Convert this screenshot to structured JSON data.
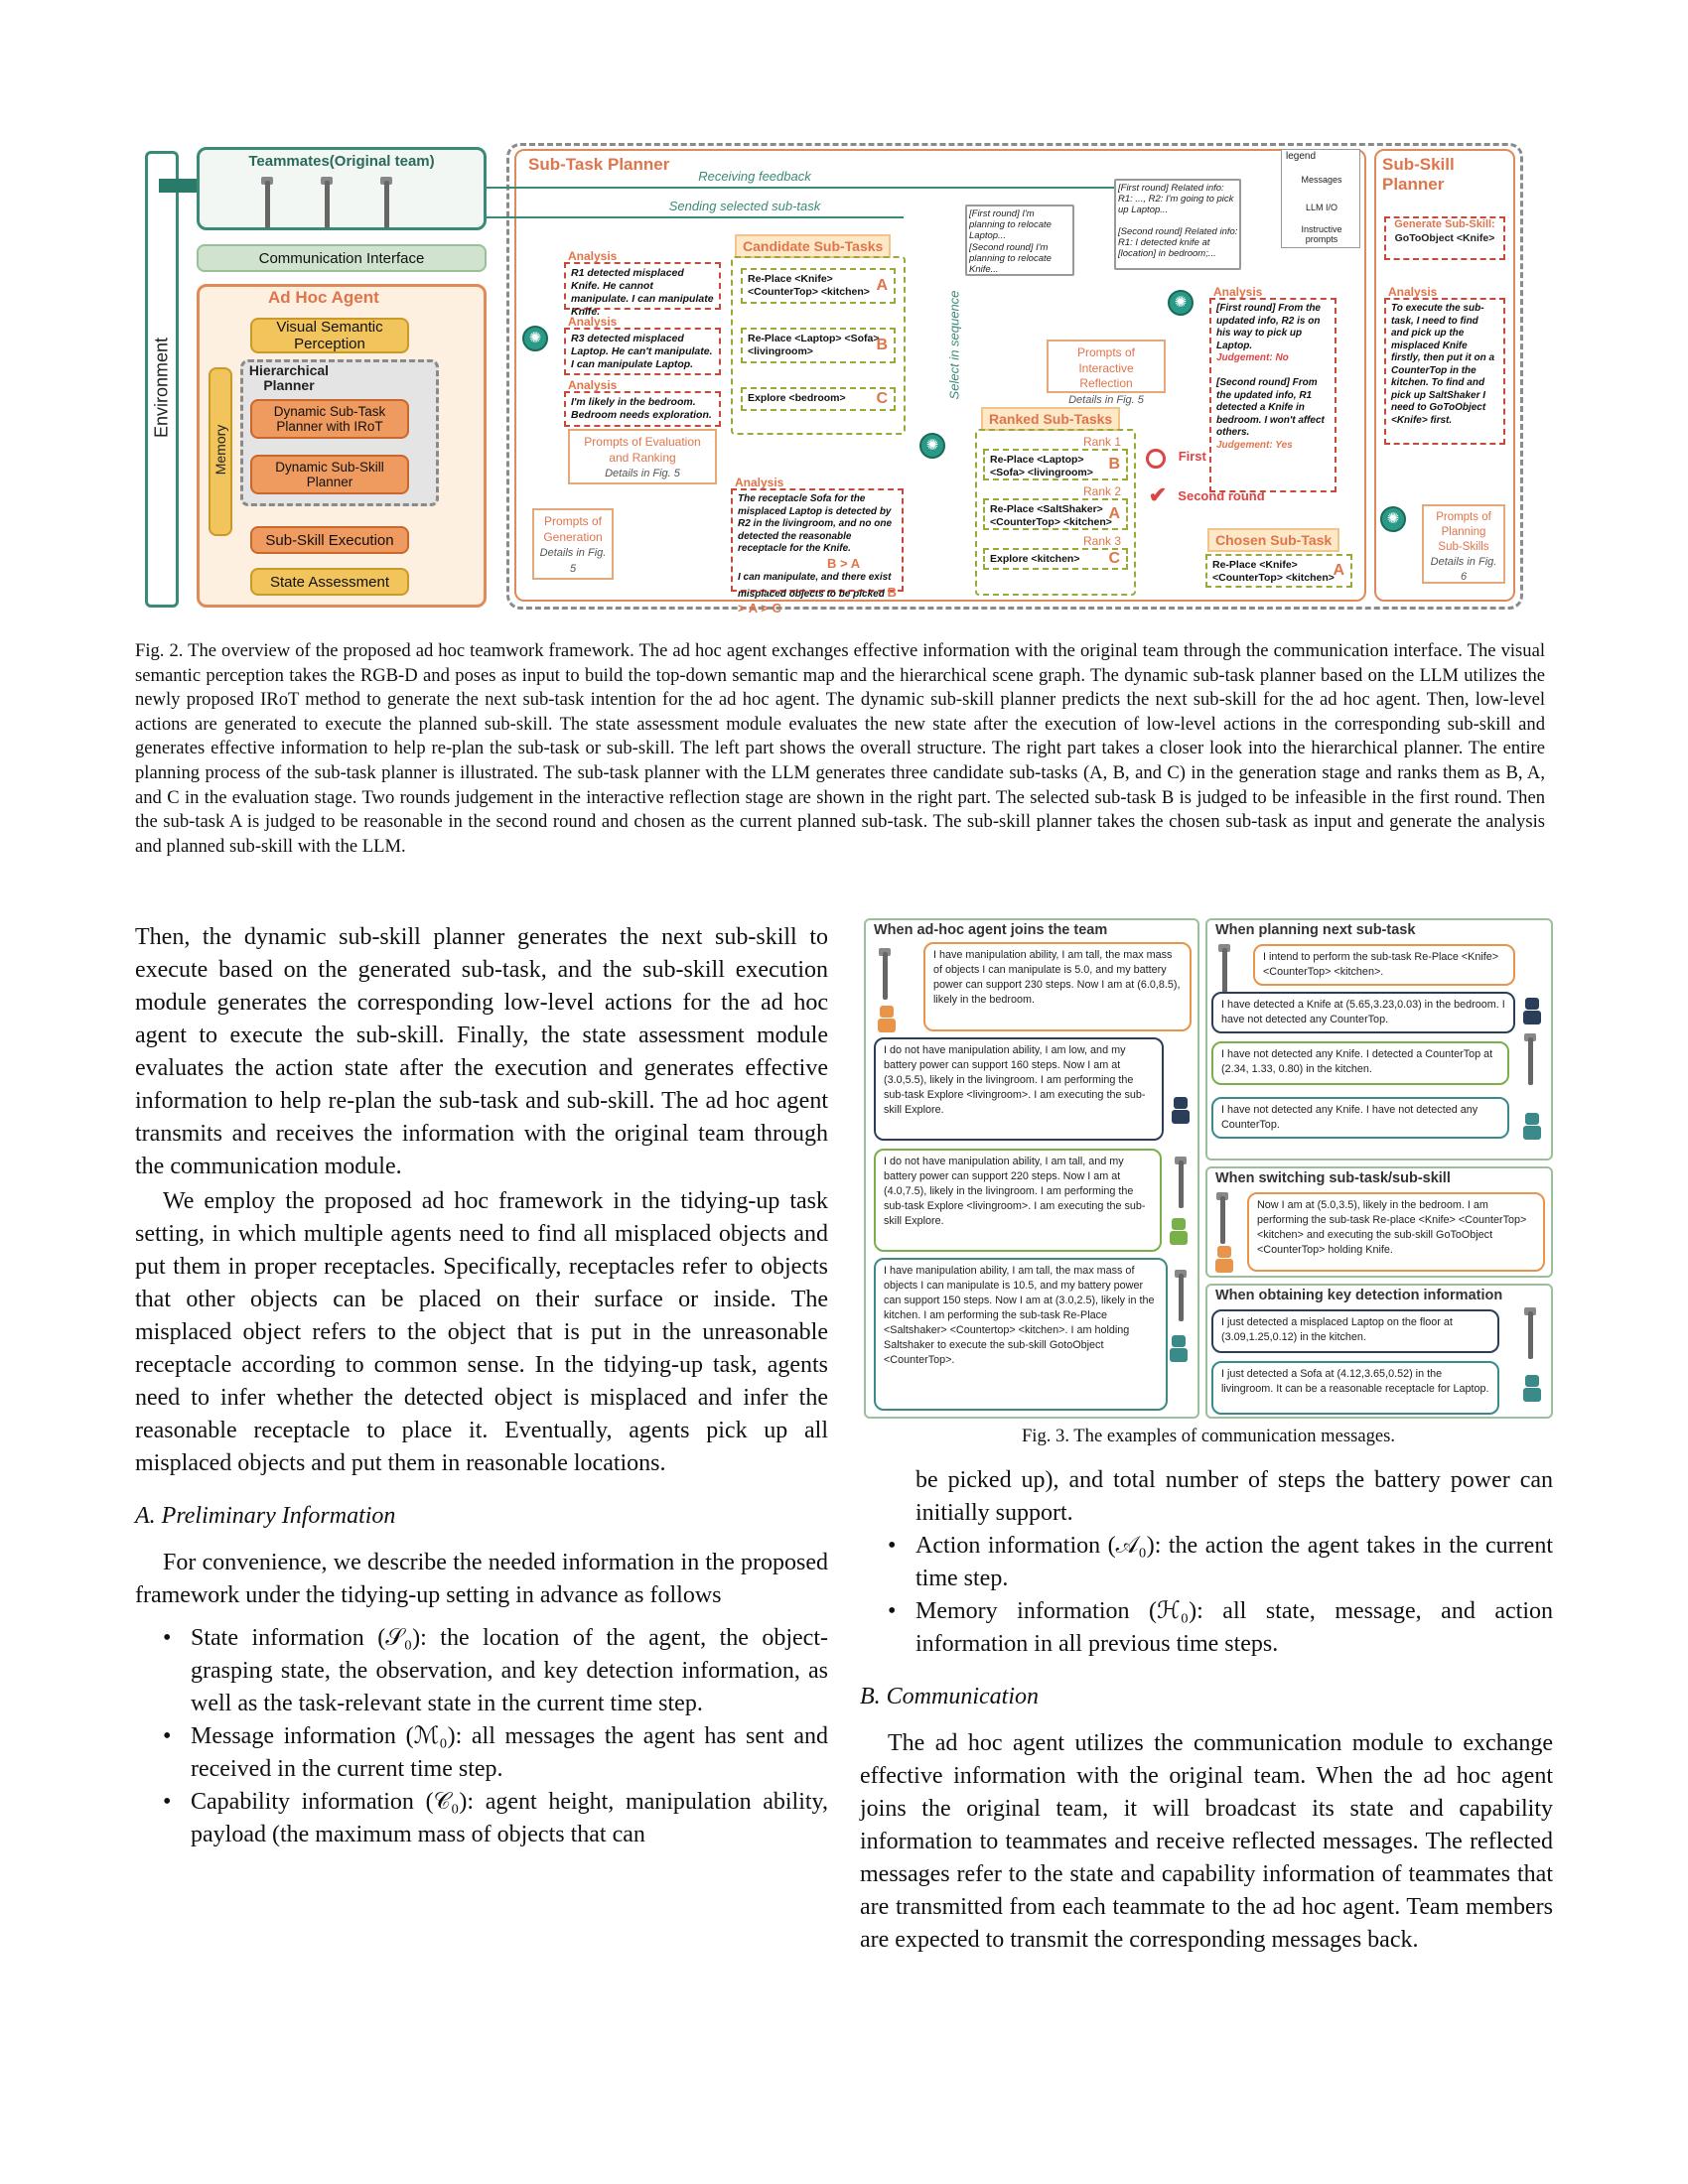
{
  "fig2": {
    "teammates_title": "Teammates(Original team)",
    "comm_interface": "Communication Interface",
    "environment": "Environment",
    "adhoc_title": "Ad Hoc  Agent",
    "memory": "Memory",
    "visual_perception": "Visual Semantic Perception",
    "hierarchical_planner": "Hierarchical Planner",
    "dyn_subtask": "Dynamic Sub-Task Planner with IRoT",
    "dyn_subskill": "Dynamic Sub-Skill Planner",
    "subskill_exec": "Sub-Skill Execution",
    "state_assess": "State Assessment",
    "subtask_planner_title": "Sub-Task Planner",
    "receiving_feedback": "Receiving feedback",
    "sending_subtask": "Sending selected sub-task",
    "analysis": "Analysis",
    "analysis_1": "R1 detected misplaced Knife. He cannot manipulate. I can manipulate Knife.",
    "analysis_2": "R3 detected misplaced Laptop. He can't manipulate. I can manipulate Laptop.",
    "analysis_3": "I'm likely in the bedroom. Bedroom needs exploration.",
    "candidate_title": "Candidate Sub-Tasks",
    "cand_a": "Re-Place <Knife> <CounterTop> <kitchen>",
    "cand_b": "Re-Place <Laptop> <Sofa> <livingroom>",
    "cand_c": "Explore <bedroom>",
    "letter_a": "A",
    "letter_b": "B",
    "letter_c": "C",
    "prompts_eval": "Prompts of Evaluation and Ranking",
    "details_fig5": "Details in Fig. 5",
    "prompts_gen": "Prompts of Generation",
    "eval_analysis": "The receptacle Sofa for the misplaced Laptop is detected by R2 in the livingroom, and no one detected the reasonable receptacle for the Knife.",
    "eval_ba": "B > A",
    "eval_analysis2": "I can manipulate, and there exist misplaced objects to be picked",
    "eval_bac": "B > A > C",
    "select_in_sequence": "Select in sequence",
    "ranked_title": "Ranked Sub-Tasks",
    "rank1": "Rank 1",
    "rank2": "Rank 2",
    "rank3": "Rank 3",
    "ranked_b": "Re-Place <Laptop> <Sofa> <livingroom>",
    "ranked_a": "Re-Place <SaltShaker> <CounterTop> <kitchen>",
    "ranked_c": "Explore <kitchen>",
    "first_round": "First round",
    "second_round": "Second round",
    "chosen_title": "Chosen Sub-Task",
    "chosen": "Re-Place <Knife> <CounterTop> <kitchen>",
    "prompts_ir": "Prompts of Interactive Reflection",
    "feedback_1_self": "[First round] I'm planning to relocate  Laptop...",
    "feedback_2_self": "[Second round] I'm planning to relocate Knife...",
    "feedback_1": "[First round] Related info: R1: ..., R2: I'm going to pick up Laptop...",
    "feedback_2": "[Second round] Related info: R1: I detected knife at [location] in bedroom;...",
    "judge_1": "[First round] From the updated info, R2 is on his way to pick up Laptop.",
    "judge_1_res": "Judgement: No",
    "judge_2": "[Second round] From the updated info, R1 detected a Knife in bedroom. I won't affect others.",
    "judge_2_res": "Judgement: Yes",
    "legend": "legend",
    "legend_messages": "Messages",
    "legend_llm": "LLM I/O",
    "legend_instr": "Instructive prompts",
    "subskill_planner_title": "Sub-Skill Planner",
    "generate_subskill": "Generate Sub-Skill:",
    "gen_skill": "GoToObject <Knife>",
    "ss_analysis": "To execute the sub-task, I need to find and pick up the misplaced Knife firstly, then put it on a CounterTop in the kitchen. To find and pick up SaltShaker I need to GoToObject <Knife> first.",
    "prompts_planning": "Prompts of Planning Sub-Skills",
    "details_fig6": "Details in Fig. 6"
  },
  "fig2_caption": "Fig. 2.   The overview of the proposed ad hoc teamwork framework. The ad hoc agent exchanges effective information with the original team through the communication interface. The visual semantic perception takes the RGB-D and poses as input to build the top-down semantic map and the hierarchical scene graph. The dynamic sub-task planner based on the LLM utilizes the newly proposed IRoT method to generate the next sub-task intention for the ad hoc agent. The dynamic sub-skill planner predicts the next sub-skill for the ad hoc agent. Then, low-level actions are generated to execute the planned sub-skill. The state assessment module evaluates the new state after the execution of low-level actions in the corresponding sub-skill and generates effective information to help re-plan the sub-task or sub-skill. The left part shows the overall structure. The right part takes a closer look into the hierarchical planner. The entire planning process of the sub-task planner is illustrated. The sub-task planner with the LLM generates three candidate sub-tasks (A, B, and C) in the generation stage and ranks them as B, A, and C in the evaluation stage. Two rounds judgement in the interactive reflection stage are shown in the right part. The selected sub-task B is judged to be infeasible in the first round. Then the sub-task A is judged to be reasonable in the second round and chosen as the current planned sub-task. The sub-skill planner takes the chosen sub-task as input and generate the analysis and planned sub-skill with the LLM.",
  "left_col": {
    "p1": "Then, the dynamic sub-skill planner generates the next sub-skill to execute based on the generated sub-task, and the sub-skill execution module generates the corresponding low-level actions for the ad hoc agent to execute the sub-skill. Finally, the state assessment module evaluates the action state after the execution and generates effective information to help re-plan the sub-task and sub-skill. The ad hoc agent transmits and receives the information with the original team through the communication module.",
    "p2": "We employ the proposed ad hoc framework in the tidying-up task setting, in which multiple agents need to find all misplaced objects and put them in proper receptacles. Specifically, receptacles refer to objects that other objects can be placed on their surface or inside. The misplaced object refers to the object that is put in the unreasonable receptacle according to common sense. In the tidying-up task, agents need to infer whether the detected object is misplaced and infer the reasonable receptacle to place it. Eventually, agents pick up all misplaced objects and put them in reasonable locations.",
    "h_a": "A.  Preliminary Information",
    "p3": "For convenience, we describe the needed information in the proposed framework under the tidying-up setting in advance as follows",
    "b1": "State information (𝒮₀): the location of the agent, the object-grasping state, the observation, and key detection information, as well as the task-relevant state in the current time step.",
    "b2": "Message information (ℳ₀): all messages the agent has sent and received in the current time step.",
    "b3": "Capability information (𝒞₀): agent height, manipulation ability, payload (the maximum mass of objects that can"
  },
  "right_col": {
    "b3_cont": "be picked up), and total number of steps the battery power can initially support.",
    "b4": "Action information (𝒜₀): the action the agent takes in the current time step.",
    "b5": "Memory information (ℋ₀): all state, message, and action information in all previous time steps.",
    "h_b": "B.  Communication",
    "p4": "The ad hoc agent utilizes the communication module to exchange effective information with the original team. When the ad hoc agent joins the original team, it will broadcast its state and capability information to teammates and receive reflected messages. The reflected messages refer to the state and capability information of teammates that are transmitted from each teammate to the ad hoc agent. Team members are expected to transmit the corresponding messages back."
  },
  "fig3": {
    "panel_join": "When ad-hoc agent joins the team",
    "panel_plan": "When planning next sub-task",
    "panel_switch": "When switching sub-task/sub-skill",
    "panel_key": "When obtaining key detection information",
    "join_1": "I have manipulation ability, I am tall, the max mass of objects I can manipulate is 5.0, and my battery power can support 230 steps. Now I am at (6.0,8.5), likely in the bedroom.",
    "join_2": "I do not have manipulation ability, I am low, and my battery power can support 160 steps. Now I am at (3.0,5.5), likely in the livingroom. I am performing the sub-task Explore <livingroom>. I am executing the sub-skill Explore.",
    "join_3": "I do not have manipulation ability, I am tall, and my battery power can support 220 steps. Now I am at (4.0,7.5), likely in the livingroom. I am performing the sub-task Explore <livingroom>. I am executing the sub-skill Explore.",
    "join_4": "I have manipulation ability, I am tall, the max mass of objects I can manipulate is 10.5, and my battery power can support 150 steps. Now I am at (3.0,2.5), likely in the kitchen. I am performing the sub-task Re-Place <Saltshaker> <Countertop> <kitchen>. I am holding Saltshaker to execute the sub-skill GotoObject <CounterTop>.",
    "plan_1": "I intend to perform the sub-task Re-Place <Knife> <CounterTop> <kitchen>.",
    "plan_2": "I have detected a Knife at (5.65,3.23,0.03) in the bedroom. I have not detected any CounterTop.",
    "plan_3": "I have not detected any Knife. I detected a CounterTop at (2.34, 1.33, 0.80) in the kitchen.",
    "plan_4": "I have not detected any Knife. I have not detected any CounterTop.",
    "switch_1": "Now I am at (5.0,3.5), likely in the bedroom. I am performing the sub-task Re-place <Knife> <CounterTop> <kitchen> and executing the sub-skill GoToObject <CounterTop> holding Knife.",
    "key_1": "I just detected a misplaced Laptop on the floor at (3.09,1.25,0.12) in the kitchen.",
    "key_2": "I just detected a Sofa at (4.12,3.65,0.52) in the livingroom. It can be a reasonable receptacle for Laptop."
  },
  "fig3_caption": "Fig. 3.   The examples of communication messages."
}
